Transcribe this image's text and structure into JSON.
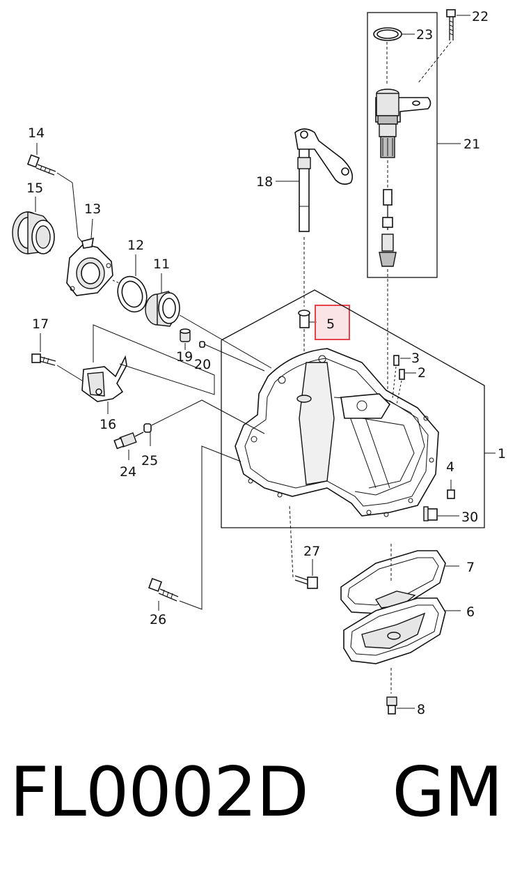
{
  "callouts": {
    "c1": "1",
    "c2": "2",
    "c3": "3",
    "c4": "4",
    "c5": "5",
    "c6": "6",
    "c7": "7",
    "c8": "8",
    "c11": "11",
    "c12": "12",
    "c13": "13",
    "c14": "14",
    "c15": "15",
    "c16": "16",
    "c17": "17",
    "c18": "18",
    "c19": "19",
    "c20": "20",
    "c21": "21",
    "c22": "22",
    "c23": "23",
    "c24": "24",
    "c25": "25",
    "c26": "26",
    "c27": "27",
    "c30": "30"
  },
  "highlight": {
    "part": "5",
    "color": "#e8424a",
    "fill": "#f6c9cc"
  },
  "footer": {
    "code": "FL0002D",
    "brand": "GM"
  }
}
